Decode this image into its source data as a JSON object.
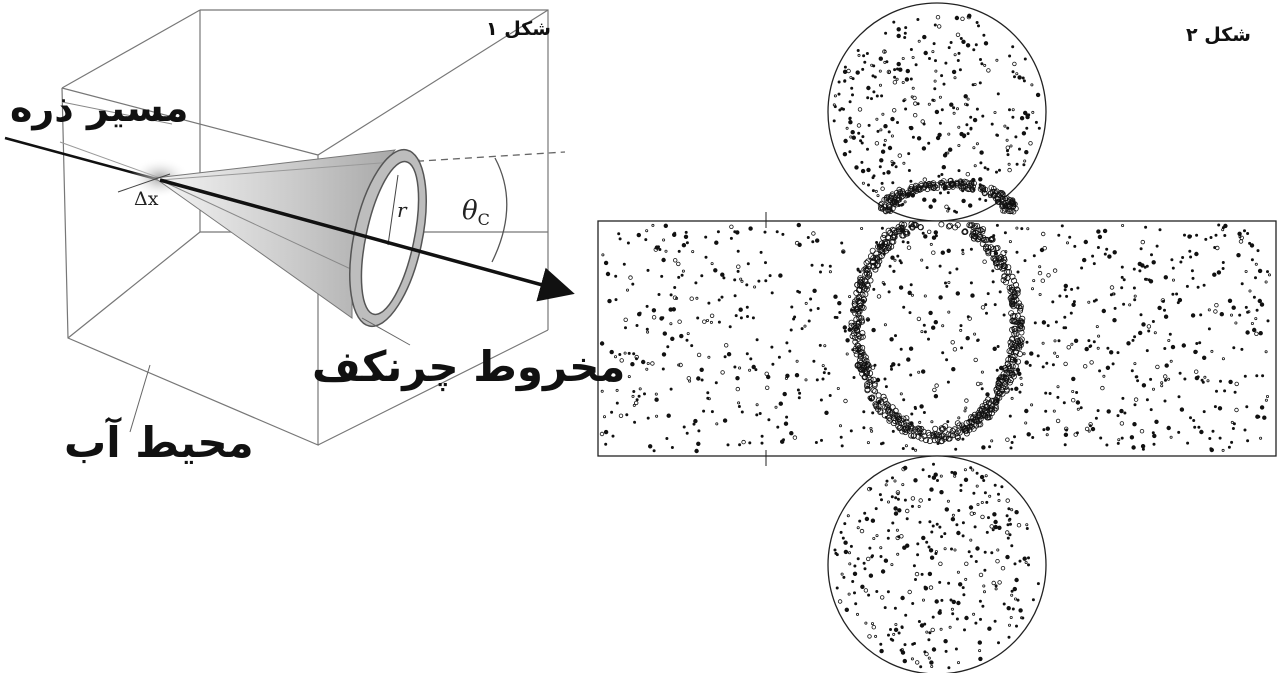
{
  "figure1": {
    "title": "شکل ۱",
    "particle_path_label": "مسیر ذره",
    "cone_label": "مخروط چرنکف",
    "medium_label": "محیط آب",
    "delta_x_label": "Δx",
    "radius_label": "r",
    "theta_label": "θ",
    "theta_subscript": "C"
  },
  "figure2": {
    "title": "شکل ۲"
  }
}
